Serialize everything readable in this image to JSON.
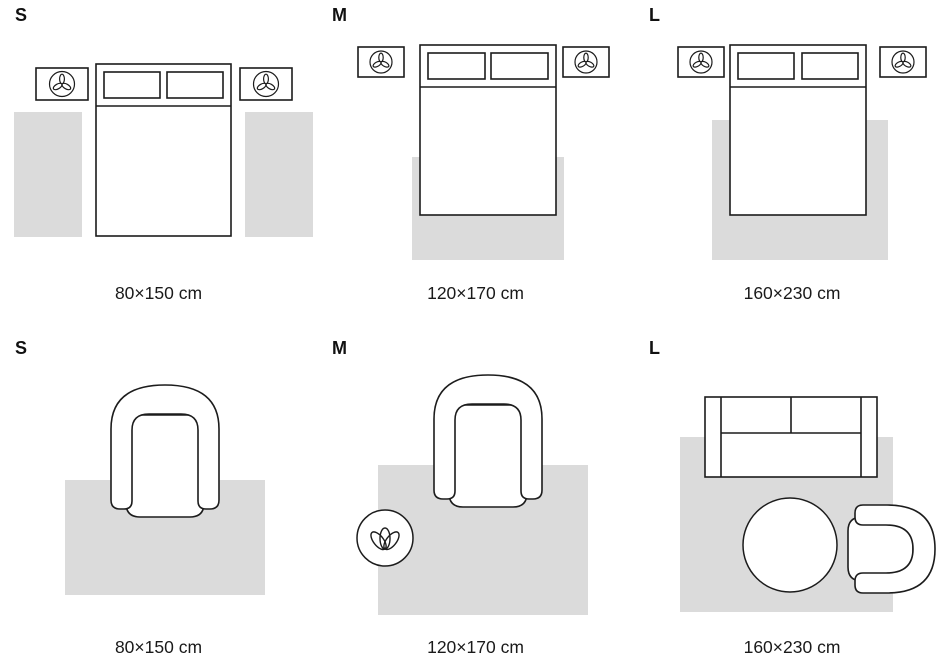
{
  "guide": {
    "rows": [
      {
        "name": "bedroom",
        "panels": [
          {
            "label": "S",
            "dimension": "80×150 cm"
          },
          {
            "label": "M",
            "dimension": "120×170 cm"
          },
          {
            "label": "L",
            "dimension": "160×230 cm"
          }
        ]
      },
      {
        "name": "living-room",
        "panels": [
          {
            "label": "S",
            "dimension": "80×150 cm"
          },
          {
            "label": "M",
            "dimension": "120×170 cm"
          },
          {
            "label": "L",
            "dimension": "160×230 cm"
          }
        ]
      }
    ]
  },
  "colors": {
    "background": "#ffffff",
    "rug": "#dbdbdb",
    "line": "#1c1c1c",
    "text": "#1a1a1a"
  },
  "icons": {
    "plant": "plant-icon"
  }
}
